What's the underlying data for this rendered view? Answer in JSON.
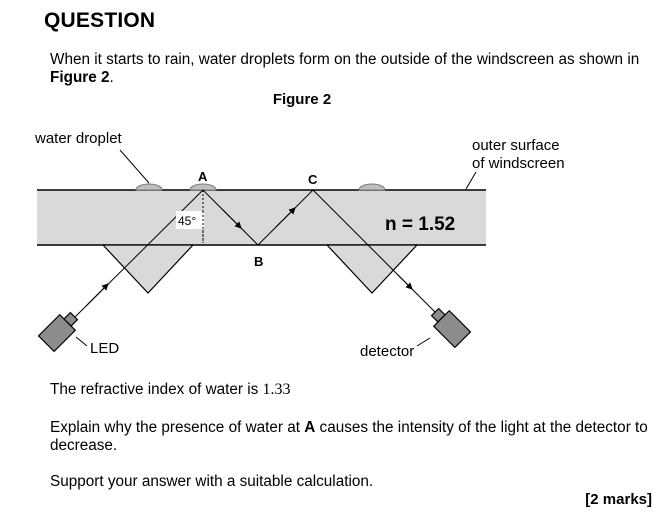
{
  "heading": "QUESTION",
  "intro": {
    "text_before": "When it starts to rain, water droplets form on the outside of the windscreen as shown in ",
    "figure_ref": "Figure 2",
    "text_after": "."
  },
  "figure": {
    "title": "Figure 2",
    "labels": {
      "water_droplet": "water droplet",
      "outer_surface_line1": "outer surface",
      "outer_surface_line2": "of windscreen",
      "point_a": "A",
      "point_b": "B",
      "point_c": "C",
      "angle": "45°",
      "refractive_index": "n = 1.52",
      "led": "LED",
      "detector": "detector"
    },
    "colors": {
      "glass": "#d9d9d9",
      "droplet": "#bfbfbf",
      "device": "#8c8c8c"
    }
  },
  "water_index": {
    "text": "The refractive index of water is ",
    "value": "1.33"
  },
  "explain": {
    "before": "Explain why the presence of water at ",
    "bold": "A",
    "after": " causes the intensity of the light at the detector to decrease."
  },
  "support": "Support your answer with a suitable calculation.",
  "marks": "[2 marks]"
}
